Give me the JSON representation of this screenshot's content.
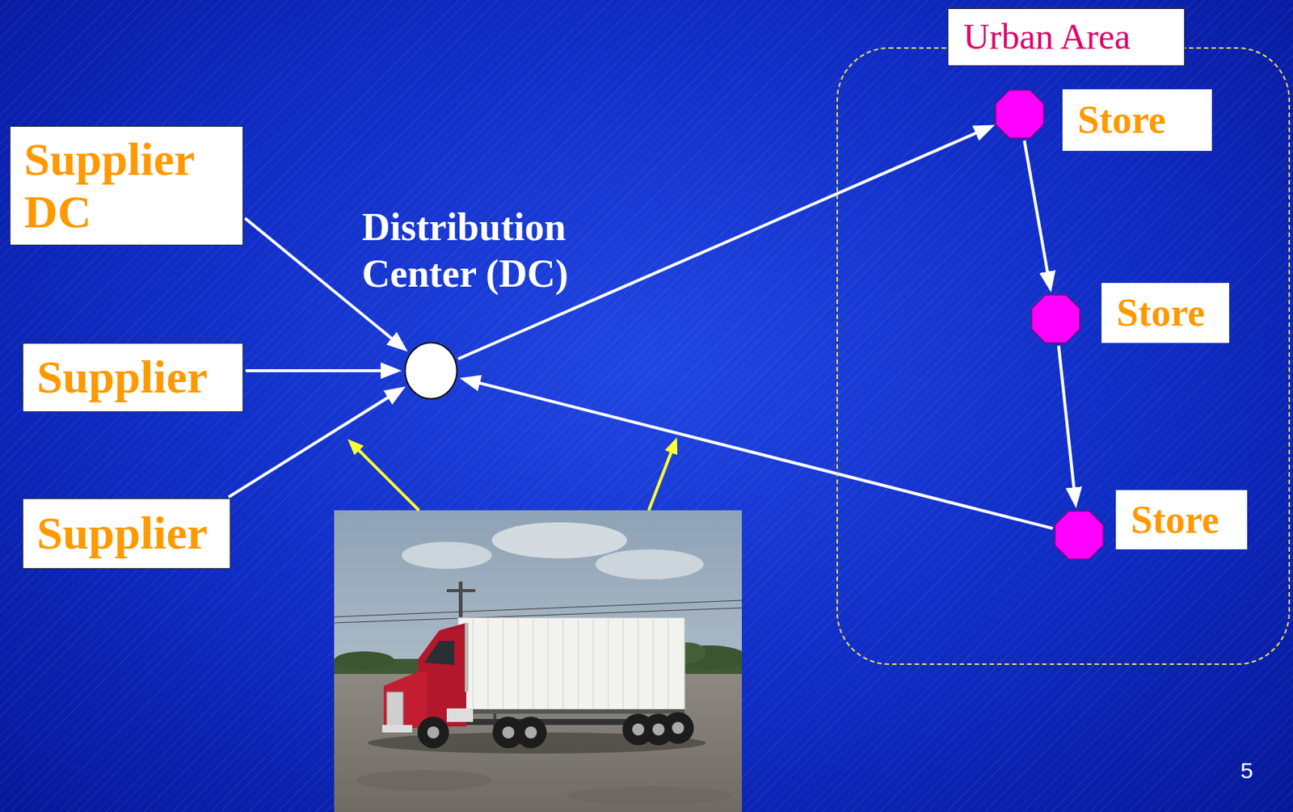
{
  "diagram": {
    "nodes": [
      {
        "text": [
          "Supplier DC"
        ]
      },
      {
        "text": [
          "Supplier"
        ]
      },
      {
        "text": [
          "Supplier"
        ]
      },
      {
        "text": [
          "Distribution Center (DC)"
        ]
      },
      {
        "text": [
          "Urban Area"
        ]
      },
      {
        "text": [
          "Store"
        ],
        "in": 4
      },
      {
        "text": [
          "Store"
        ],
        "in": 4
      },
      {
        "text": [
          "Store"
        ],
        "in": 4
      }
    ],
    "edges": [
      {
        "from": 0,
        "to": 3,
        "arrow": "to"
      },
      {
        "from": 1,
        "to": 3,
        "arrow": "to"
      },
      {
        "from": 2,
        "to": 3,
        "arrow": "to"
      },
      {
        "from": 3,
        "to": 5,
        "arrow": "to"
      },
      {
        "from": 5,
        "to": 6,
        "arrow": "to"
      },
      {
        "from": 6,
        "to": 7,
        "arrow": "to"
      },
      {
        "from": 7,
        "to": 3,
        "arrow": "to"
      }
    ],
    "labels": [
      "5"
    ]
  }
}
